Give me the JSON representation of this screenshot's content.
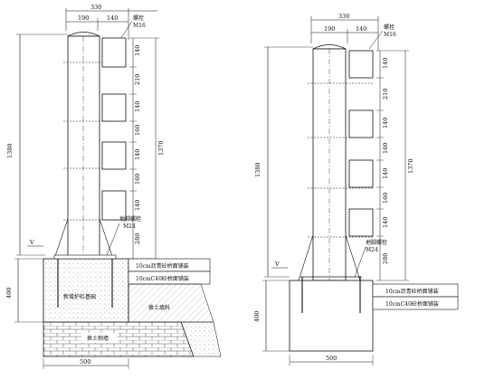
{
  "left": {
    "dim_top_total": "330",
    "dim_top_a": "190",
    "dim_top_b": "140",
    "bolt_label": "螺栓",
    "bolt_size": "M16",
    "dim_overall_height": "1380",
    "dim_post_height": "1370",
    "dim_spacings": [
      "140",
      "210",
      "140",
      "160",
      "140",
      "160",
      "140",
      "280"
    ],
    "anchor_bolt_label": "地脚螺栓",
    "anchor_bolt_size": "M24",
    "section_mark": "V",
    "dim_base_height": "400",
    "dim_base_width": "500",
    "layer_asphalt": "10cm沥青砼桥面铺装",
    "layer_concrete": "10cmC40砼桥面铺装",
    "foundation_label": "新增护栏基础",
    "backfill_label": "换土填料",
    "bottom_label": "换土侧墙"
  },
  "right": {
    "dim_top_total": "330",
    "dim_top_a": "190",
    "dim_top_b": "140",
    "bolt_label": "螺栓",
    "bolt_size": "M16",
    "dim_overall_height": "1380",
    "dim_post_height": "1370",
    "dim_spacings": [
      "140",
      "210",
      "140",
      "160",
      "140",
      "160",
      "140",
      "280"
    ],
    "anchor_bolt_label": "地脚螺栓",
    "anchor_bolt_size": "M24",
    "section_mark": "V",
    "dim_base_height": "400",
    "dim_base_width": "500",
    "layer_asphalt": "10cm沥青砼桥面铺装",
    "layer_concrete": "10cmC40砼桥面铺装"
  }
}
